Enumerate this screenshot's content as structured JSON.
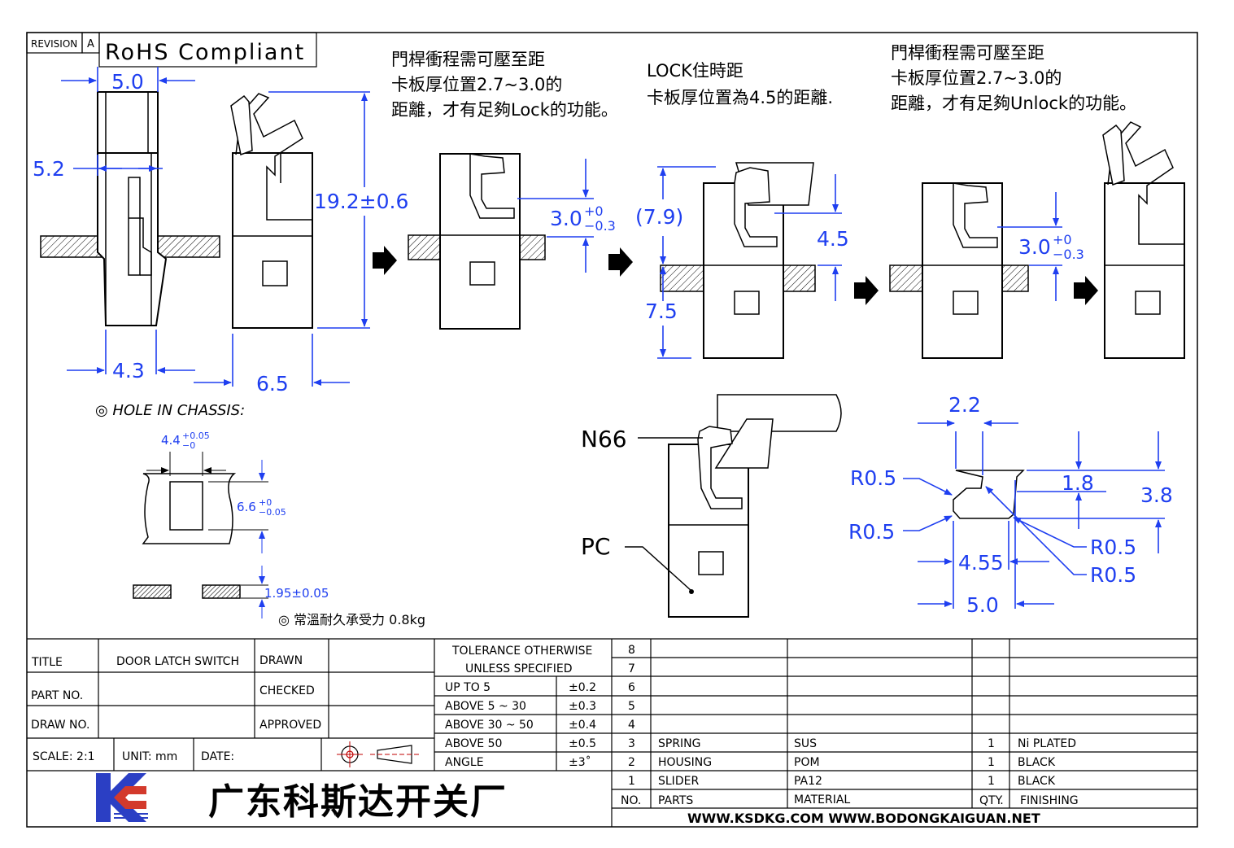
{
  "header": {
    "revision_label": "REVISION",
    "revision_value": "A",
    "rohs": "RoHS Compliant"
  },
  "notes": {
    "note_left": [
      "門桿衝程需可壓至距",
      "卡板厚位置2.7~3.0的",
      "距離，才有足夠Lock的功能。"
    ],
    "note_mid": [
      "LOCK住時距",
      "卡板厚位置為4.5的距離."
    ],
    "note_right": [
      "門桿衝程需可壓至距",
      "卡板厚位置2.7~3.0的",
      "距離，才有足夠Unlock的功能。"
    ]
  },
  "dimensions": {
    "d_5_0_top": "5.0",
    "d_5_2": "5.2",
    "d_19_2": "19.2±0.6",
    "d_4_3": "4.3",
    "d_6_5": "6.5",
    "d_3_0_a": "3.0",
    "d_3_0_a_tol_up": "+0",
    "d_3_0_a_tol_dn": "−0.3",
    "d_7_9": "(7.9)",
    "d_7_5": "7.5",
    "d_4_5": "4.5",
    "d_3_0_b": "3.0",
    "d_3_0_b_tol_up": "+0",
    "d_3_0_b_tol_dn": "−0.3",
    "hole_title": "◎ HOLE IN CHASSIS:",
    "hole_w": "4.4",
    "hole_w_tol_up": "+0.05",
    "hole_w_tol_dn": "−0",
    "hole_h": "6.6",
    "hole_h_tol_up": "+0",
    "hole_h_tol_dn": "−0.05",
    "plate_t": "1.95±0.05",
    "load_note": "◎ 常溫耐久承受力  0.8kg",
    "n66": "N66",
    "pc": "PC",
    "d_2_2": "2.2",
    "d_r05_a": "R0.5",
    "d_r05_b": "R0.5",
    "d_r05_c": "R0.5",
    "d_r05_d": "R0.5",
    "d_1_8": "1.8",
    "d_3_8": "3.8",
    "d_4_55": "4.55",
    "d_5_0_bot": "5.0"
  },
  "title_block": {
    "title_label": "TITLE",
    "title_value": "DOOR LATCH SWITCH",
    "part_no_label": "PART NO.",
    "draw_no_label": "DRAW NO.",
    "drawn_label": "DRAWN",
    "checked_label": "CHECKED",
    "approved_label": "APPROVED",
    "scale": "SCALE: 2:1",
    "unit": "UNIT: mm",
    "date": "DATE:",
    "company": "广东科斯达开关厂",
    "tolerance_title_1": "TOLERANCE OTHERWISE",
    "tolerance_title_2": "UNLESS SPECIFIED",
    "tolerances": [
      {
        "range": "UP TO 5",
        "value": "±0.2"
      },
      {
        "range": "ABOVE 5 ~ 30",
        "value": "±0.3"
      },
      {
        "range": "ABOVE 30 ~ 50",
        "value": "±0.4"
      },
      {
        "range": "ABOVE 50",
        "value": "±0.5"
      },
      {
        "range": "ANGLE",
        "value": "±3˚"
      }
    ],
    "bom_rows": [
      {
        "no": "8",
        "part": "",
        "material": "",
        "qty": "",
        "finish": ""
      },
      {
        "no": "7",
        "part": "",
        "material": "",
        "qty": "",
        "finish": ""
      },
      {
        "no": "6",
        "part": "",
        "material": "",
        "qty": "",
        "finish": ""
      },
      {
        "no": "5",
        "part": "",
        "material": "",
        "qty": "",
        "finish": ""
      },
      {
        "no": "4",
        "part": "",
        "material": "",
        "qty": "",
        "finish": ""
      },
      {
        "no": "3",
        "part": "SPRING",
        "material": "SUS",
        "qty": "1",
        "finish": "Ni PLATED"
      },
      {
        "no": "2",
        "part": "HOUSING",
        "material": "POM",
        "qty": "1",
        "finish": "BLACK"
      },
      {
        "no": "1",
        "part": "SLIDER",
        "material": "PA12",
        "qty": "1",
        "finish": "BLACK"
      }
    ],
    "bom_header": {
      "no": "NO.",
      "part": "PARTS",
      "material": "MATERIAL",
      "qty": "QTY.",
      "finish": "FINISHING"
    },
    "websites": "WWW.KSDKG.COM   WWW.BODONGKAIGUAN.NET"
  }
}
